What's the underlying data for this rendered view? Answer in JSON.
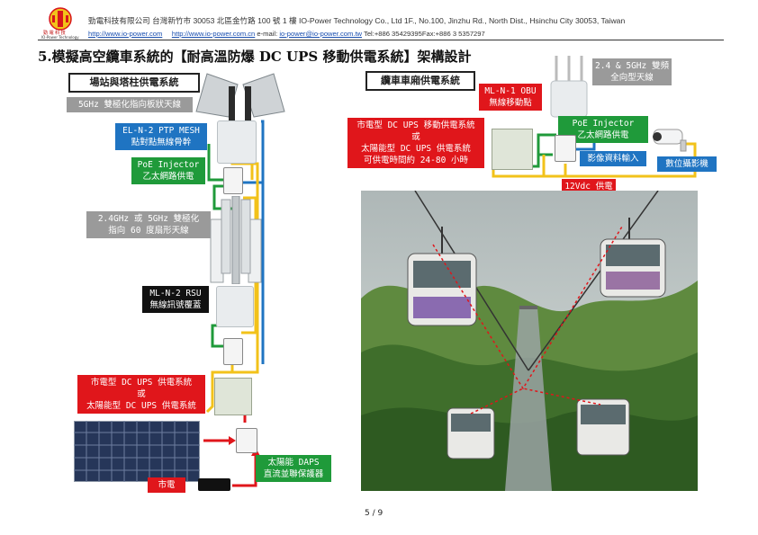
{
  "header": {
    "company_line": "勁電科技有限公司 台灣新竹市 30053 北區金竹路 100 號 1 樓 IO-Power Technology Co., Ltd 1F., No.100, Jinzhu Rd., North Dist., Hsinchu City 30053, Taiwan",
    "link1": "http://www.io-power.com",
    "link2": "http://www.io-power.com.cn",
    "email_label": "e-mail:",
    "email": "io-power@io-power.com.tw",
    "contact": "Tel:+886 35429395Fax:+886 3 5357297",
    "logo_cn": "勁 電 科 技",
    "logo_en": "IO-Power Technology"
  },
  "title": "5.模擬高空纜車系統的【耐高溫防爆 DC UPS 移動供電系統】架構設計",
  "left": {
    "section_title": "場站與塔柱供電系統",
    "label_5ghz_panel": "5GHz 雙極化指向板狀天線",
    "ptp_line1": "EL-N-2 PTP MESH",
    "ptp_line2": "點對點無線骨幹",
    "poe_line1": "PoE Injector",
    "poe_line2": "乙太網路供電",
    "sector_line1": "2.4GHz 或 5GHz 雙極化",
    "sector_line2": "指向 60 度扇形天線",
    "rsu_line1": "ML-N-2 RSU",
    "rsu_line2": "無線訊號覆蓋",
    "ups_line1": "市電型 DC UPS 供電系統",
    "ups_line2": "或",
    "ups_line3": "太陽能型 DC UPS 供電系統",
    "daps_line1": "太陽能 DAPS",
    "daps_line2": "直流並聯保護器",
    "mains": "市電"
  },
  "right": {
    "section_title": "纜車車廂供電系統",
    "omni_line1": "2.4 & 5GHz 雙頻",
    "omni_line2": "全向型天線",
    "obu_line1": "ML-N-1 OBU",
    "obu_line2": "無線移動點",
    "ups_line1": "市電型 DC UPS 移動供電系統",
    "ups_line2": "或",
    "ups_line3": "太陽能型 DC UPS 供電系統",
    "ups_line4": "可供電時間約 24-80 小時",
    "poe_line1": "PoE Injector",
    "poe_line2": "乙太網路供電",
    "video_input": "影像資料輸入",
    "camera": "數位攝影機",
    "power_12v": "12Vdc 供電"
  },
  "page": "5 / 9",
  "colors": {
    "red": "#e0161b",
    "blue": "#1f74c2",
    "green": "#1f9a3a",
    "yellow": "#f2c21a",
    "gray": "#9a9a9a"
  }
}
